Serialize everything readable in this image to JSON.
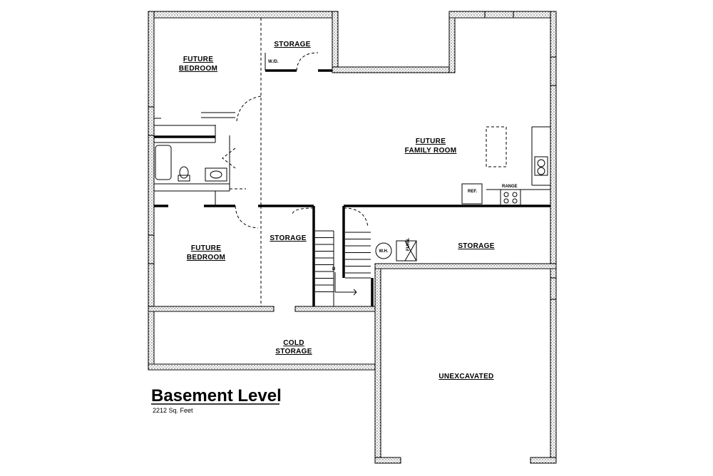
{
  "title": "Basement Level",
  "subtitle": "2212  Sq.  Feet",
  "rooms": {
    "bedroom_top_line1": "FUTURE",
    "bedroom_top_line2": "BEDROOM",
    "storage_top": "STORAGE",
    "family_line1": "FUTURE",
    "family_line2": "FAMILY ROOM",
    "bedroom_bottom_line1": "FUTURE",
    "bedroom_bottom_line2": "BEDROOM",
    "storage_center": "STORAGE",
    "storage_right": "STORAGE",
    "cold_line1": "COLD",
    "cold_line2": "STORAGE",
    "unexcavated": "UNEXCAVATED"
  },
  "fixtures": {
    "washer_dryer": "W./D.",
    "ref": "REF.",
    "range": "RANGE",
    "water_heater": "W.H.",
    "furnace": "FURN.",
    "stair_mark": "D"
  }
}
